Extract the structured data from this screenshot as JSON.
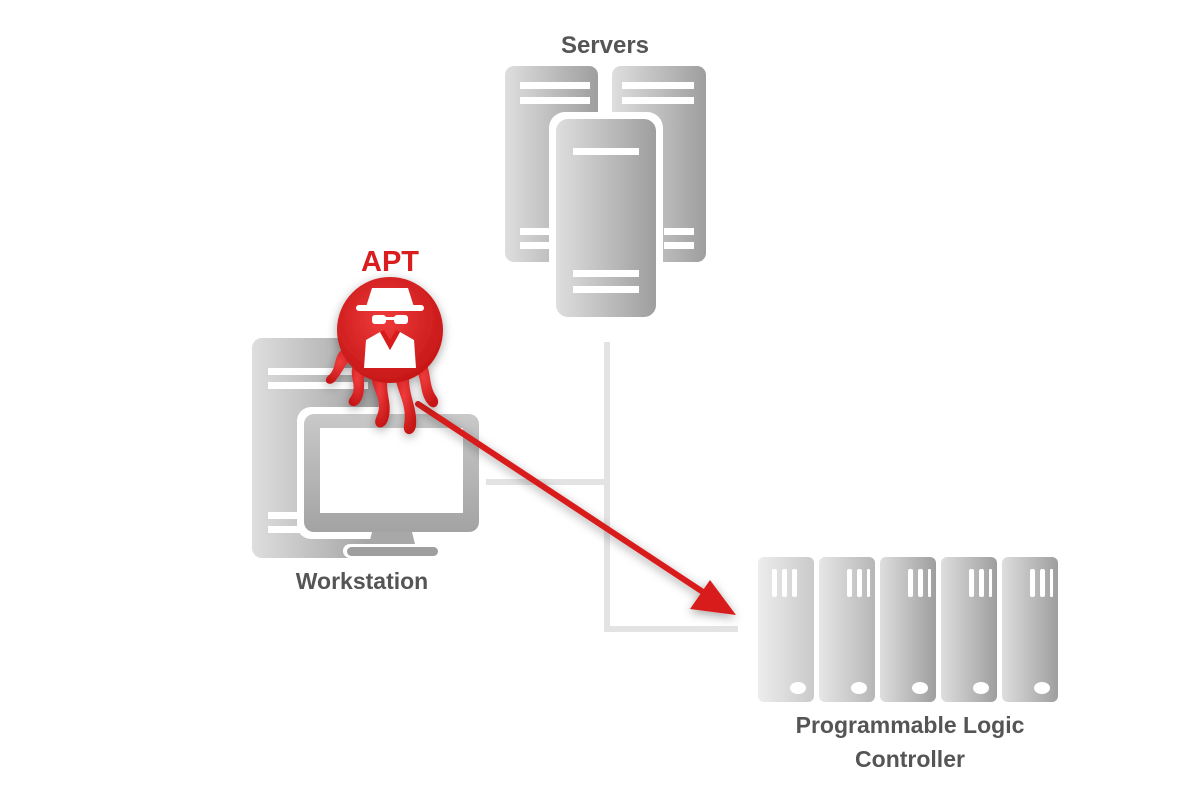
{
  "labels": {
    "servers": "Servers",
    "workstation": "Workstation",
    "plc_line1": "Programmable Logic",
    "plc_line2": "Controller",
    "apt": "APT"
  },
  "icons": {
    "servers": "server-rack-icon",
    "workstation": "desktop-computer-icon",
    "plc": "plc-module-icon",
    "apt": "spy-hacker-icon",
    "attack": "arrow-right-icon"
  },
  "colors": {
    "accent_red": "#d81e1e",
    "device_gray": "#9a9a9a",
    "label_gray": "#555555",
    "network_line": "#e3e3e3",
    "background": "#ffffff"
  }
}
